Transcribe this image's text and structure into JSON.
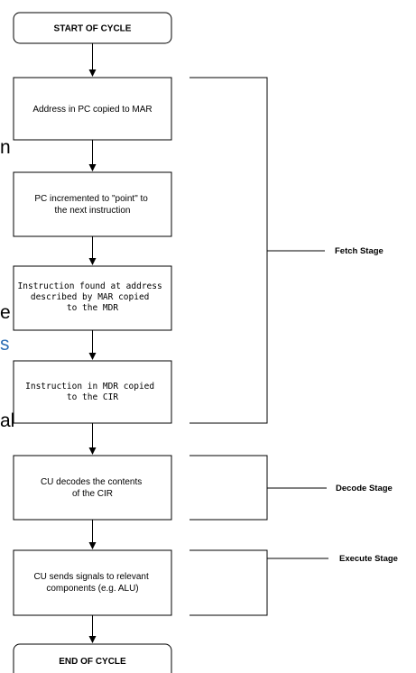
{
  "start": "START OF CYCLE",
  "end": "END OF CYCLE",
  "steps": [
    {
      "lines": [
        "Address in PC copied to MAR"
      ],
      "font": "sans"
    },
    {
      "lines": [
        "PC incremented to \"point\" to",
        "the next instruction"
      ],
      "font": "sans"
    },
    {
      "lines": [
        "Instruction found at address",
        "described by MAR copied",
        "to the MDR"
      ],
      "font": "mono"
    },
    {
      "lines": [
        "Instruction in MDR copied",
        "to the CIR"
      ],
      "font": "mono"
    },
    {
      "lines": [
        "CU decodes the contents",
        "of the CIR"
      ],
      "font": "sans"
    },
    {
      "lines": [
        "CU sends signals to relevant",
        "components (e.g. ALU)"
      ],
      "font": "sans"
    }
  ],
  "stages": [
    {
      "label": "Fetch Stage"
    },
    {
      "label": "Decode Stage"
    },
    {
      "label": "Execute Stage"
    }
  ],
  "background_fragments": [
    {
      "text": "n",
      "color": "#222222"
    },
    {
      "text": "e",
      "color": "#222222"
    },
    {
      "text": "s",
      "color": "#2e6fb5"
    },
    {
      "text": "al",
      "color": "#222222"
    }
  ],
  "colors": {
    "stroke": "#000000",
    "fill": "#ffffff"
  }
}
